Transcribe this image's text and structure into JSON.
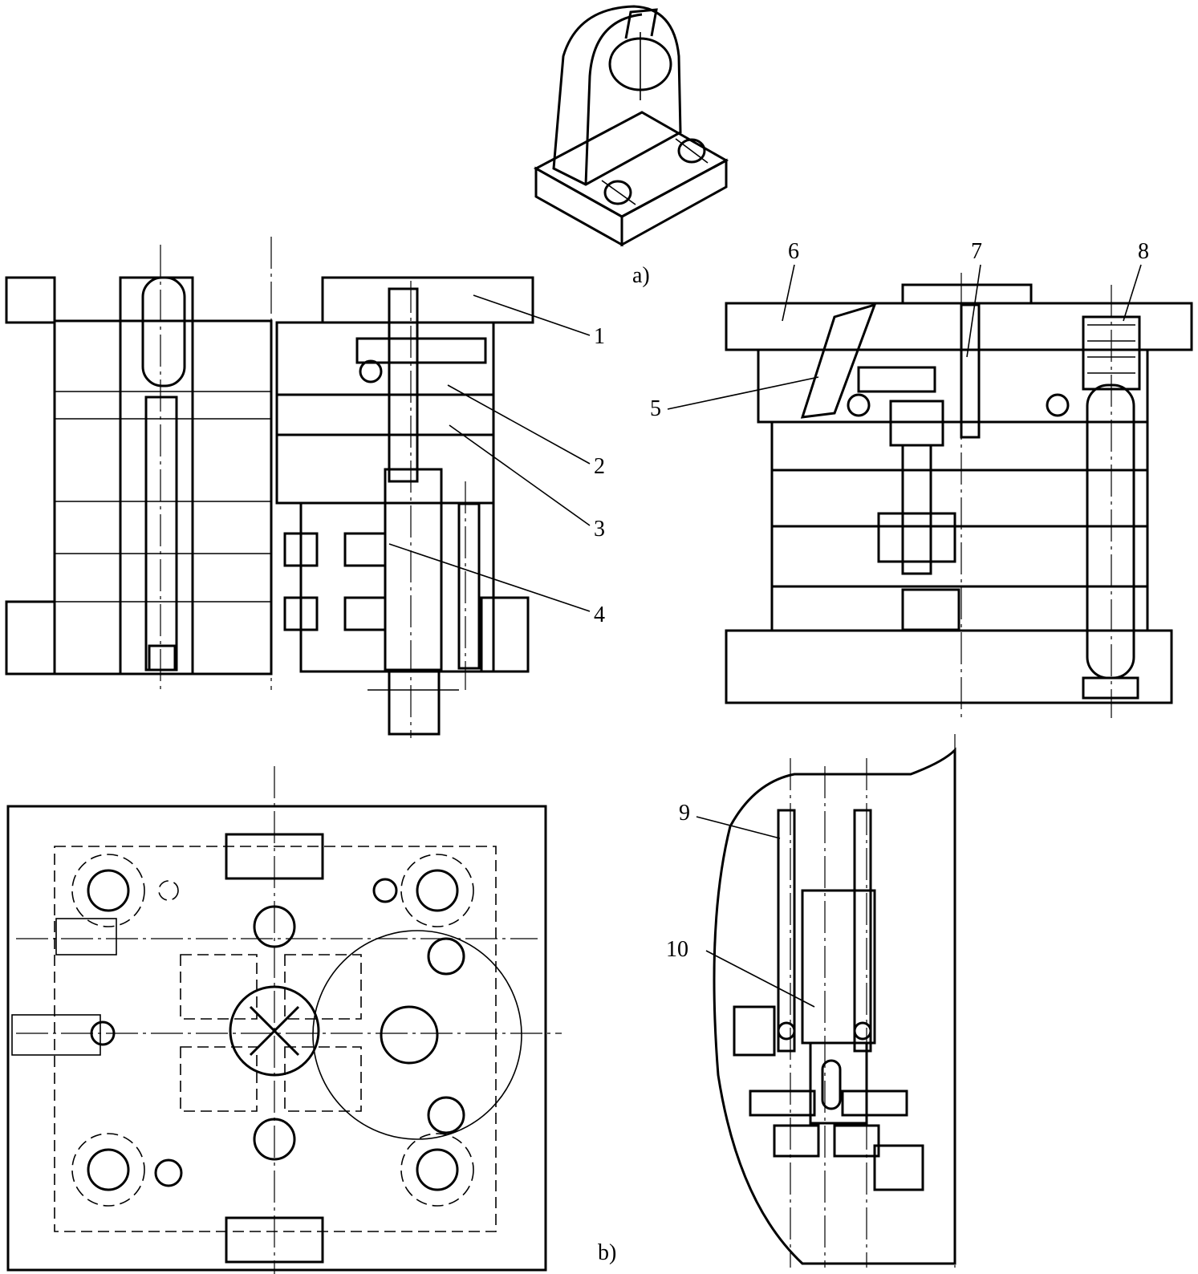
{
  "figure": {
    "panel_labels": {
      "a": "a)",
      "b": "b)"
    },
    "part_callouts": [
      "1",
      "2",
      "3",
      "4",
      "5",
      "6",
      "7",
      "8",
      "9",
      "10"
    ]
  }
}
